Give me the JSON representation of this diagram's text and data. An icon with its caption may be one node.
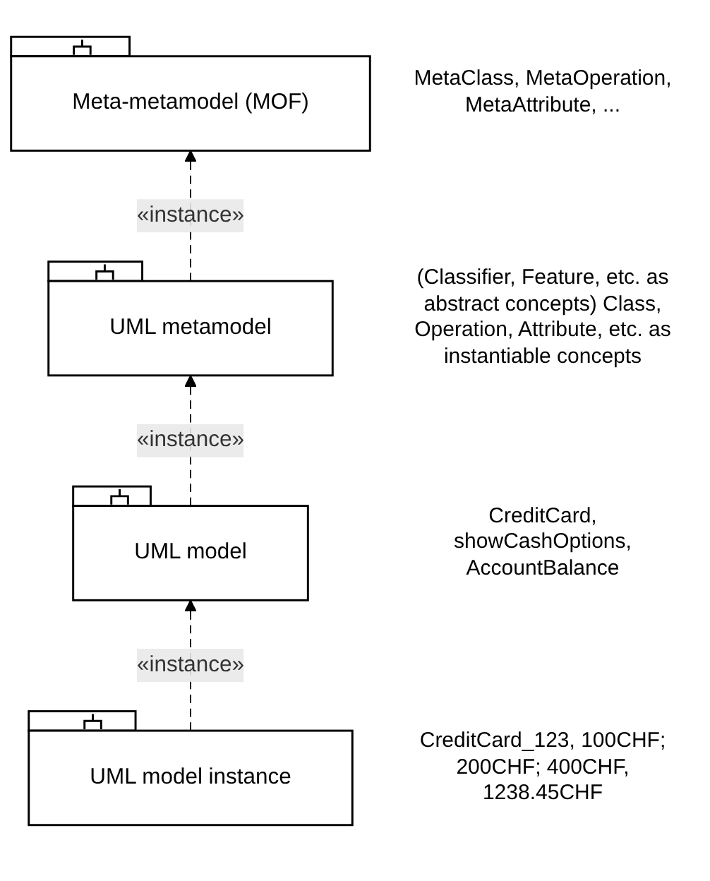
{
  "diagram": {
    "nodes": [
      {
        "text": [
          "Meta-metamodel (MOF)"
        ]
      },
      {
        "text": [
          "UML metamodel"
        ]
      },
      {
        "text": [
          "UML model"
        ]
      },
      {
        "text": [
          "UML model instance"
        ]
      }
    ],
    "labels": [
      "MetaClass, MetaOperation, MetaAttribute, ...",
      "(Classifier, Feature, etc. as abstract concepts) Class, Operation, Attribute, etc. as instantiable concepts",
      "CreditCard, showCashOptions, AccountBalance",
      "CreditCard_123, 100CHF; 200CHF; 400CHF, 1238.45CHF"
    ],
    "edges": [
      {
        "from": 1,
        "to": 0,
        "arrow": "to",
        "label": "«instance»",
        "style": "dashed"
      },
      {
        "from": 2,
        "to": 1,
        "arrow": "to",
        "label": "«instance»",
        "style": "dashed"
      },
      {
        "from": 3,
        "to": 2,
        "arrow": "to",
        "label": "«instance»",
        "style": "dashed"
      }
    ]
  }
}
